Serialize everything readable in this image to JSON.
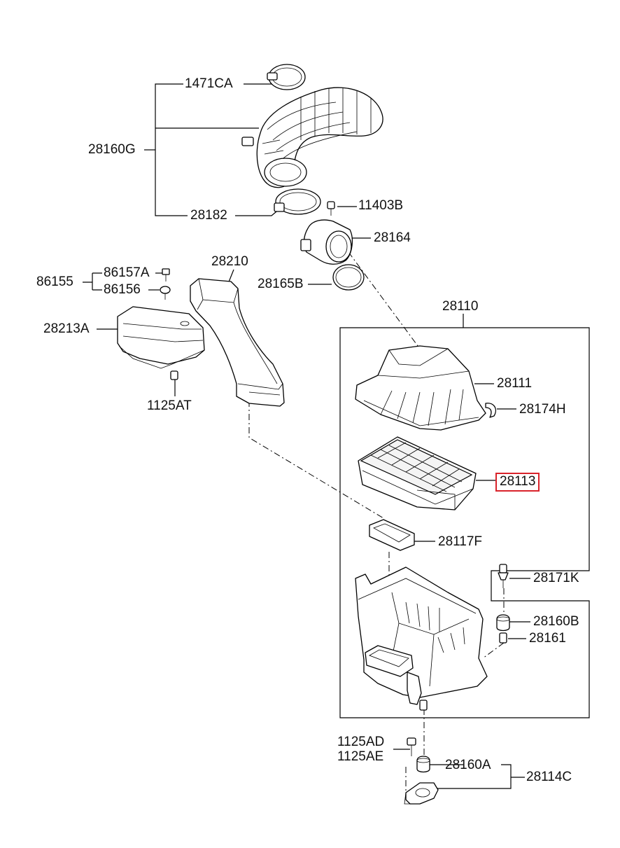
{
  "labels": {
    "p1471CA": "1471CA",
    "p28160G": "28160G",
    "p28182": "28182",
    "p11403B": "11403B",
    "p28164": "28164",
    "p28165B": "28165B",
    "p28210": "28210",
    "p86155": "86155",
    "p86157A": "86157A",
    "p86156": "86156",
    "p28213A": "28213A",
    "p1125AT": "1125AT",
    "p28110": "28110",
    "p28111": "28111",
    "p28174H": "28174H",
    "p28113": "28113",
    "p28117F": "28117F",
    "p28171K": "28171K",
    "p28160B": "28160B",
    "p28161": "28161",
    "p1125AD": "1125AD",
    "p1125AE": "1125AE",
    "p28160A": "28160A",
    "p28114C": "28114C"
  },
  "highlight": {
    "part": "28113",
    "color": "#d9232b"
  }
}
